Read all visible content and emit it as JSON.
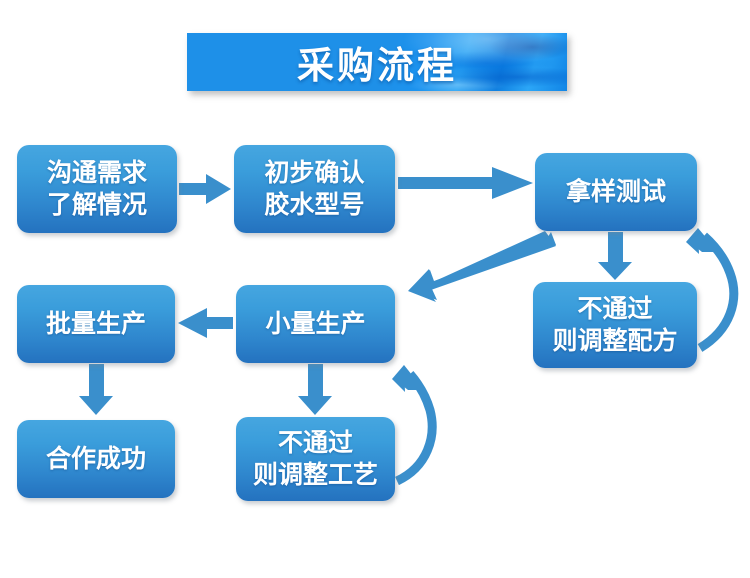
{
  "title": {
    "text": "采购流程"
  },
  "colors": {
    "banner_blue": "#1e90e8",
    "node_top": "#46a6e0",
    "node_bottom": "#2472bf",
    "arrow_blue": "#3a8fcc",
    "background": "#ffffff"
  },
  "flowchart": {
    "nodes": [
      {
        "id": "communicate-needs",
        "lines": [
          "沟通需求",
          "了解情况"
        ]
      },
      {
        "id": "initial-confirm-glue",
        "lines": [
          "初步确认",
          "胶水型号"
        ]
      },
      {
        "id": "sample-test",
        "lines": [
          "拿样测试"
        ]
      },
      {
        "id": "fail-adjust-formula",
        "lines": [
          "不通过",
          "则调整配方"
        ]
      },
      {
        "id": "small-batch-production",
        "lines": [
          "小量生产"
        ]
      },
      {
        "id": "mass-production",
        "lines": [
          "批量生产"
        ]
      },
      {
        "id": "fail-adjust-process",
        "lines": [
          "不通过",
          "则调整工艺"
        ]
      },
      {
        "id": "cooperation-success",
        "lines": [
          "合作成功"
        ]
      }
    ],
    "connections": [
      {
        "from": "communicate-needs",
        "to": "initial-confirm-glue",
        "style": "straight-right"
      },
      {
        "from": "initial-confirm-glue",
        "to": "sample-test",
        "style": "long-straight-right"
      },
      {
        "from": "sample-test",
        "to": "fail-adjust-formula",
        "style": "straight-down"
      },
      {
        "from": "fail-adjust-formula",
        "to": "sample-test",
        "style": "curved-loop-up"
      },
      {
        "from": "sample-test",
        "to": "small-batch-production",
        "style": "diagonal-down-left"
      },
      {
        "from": "small-batch-production",
        "to": "mass-production",
        "style": "straight-left"
      },
      {
        "from": "small-batch-production",
        "to": "fail-adjust-process",
        "style": "straight-down"
      },
      {
        "from": "fail-adjust-process",
        "to": "small-batch-production",
        "style": "curved-loop-up"
      },
      {
        "from": "mass-production",
        "to": "cooperation-success",
        "style": "straight-down"
      }
    ]
  }
}
